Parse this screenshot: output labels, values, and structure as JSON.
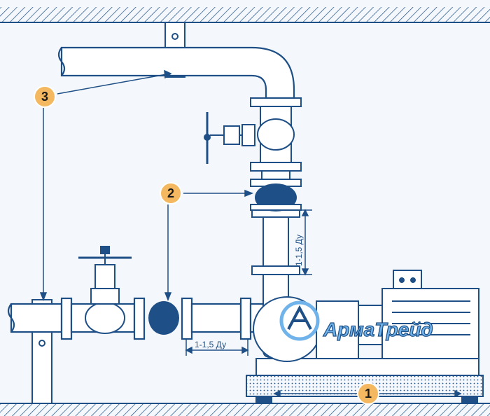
{
  "callouts": {
    "one": "1",
    "two": "2",
    "three": "3"
  },
  "dimensions": {
    "vertical": "1-1,5 Ду",
    "horizontal": "1-1,5 Ду"
  },
  "brand": {
    "name": "АрмаТрейд"
  },
  "colors": {
    "line": "#1e4f86",
    "fill_pipe": "#ffffff",
    "fill_dark": "#1e4f86",
    "callout": "#f4b860",
    "accent": "#6fb3ea"
  }
}
